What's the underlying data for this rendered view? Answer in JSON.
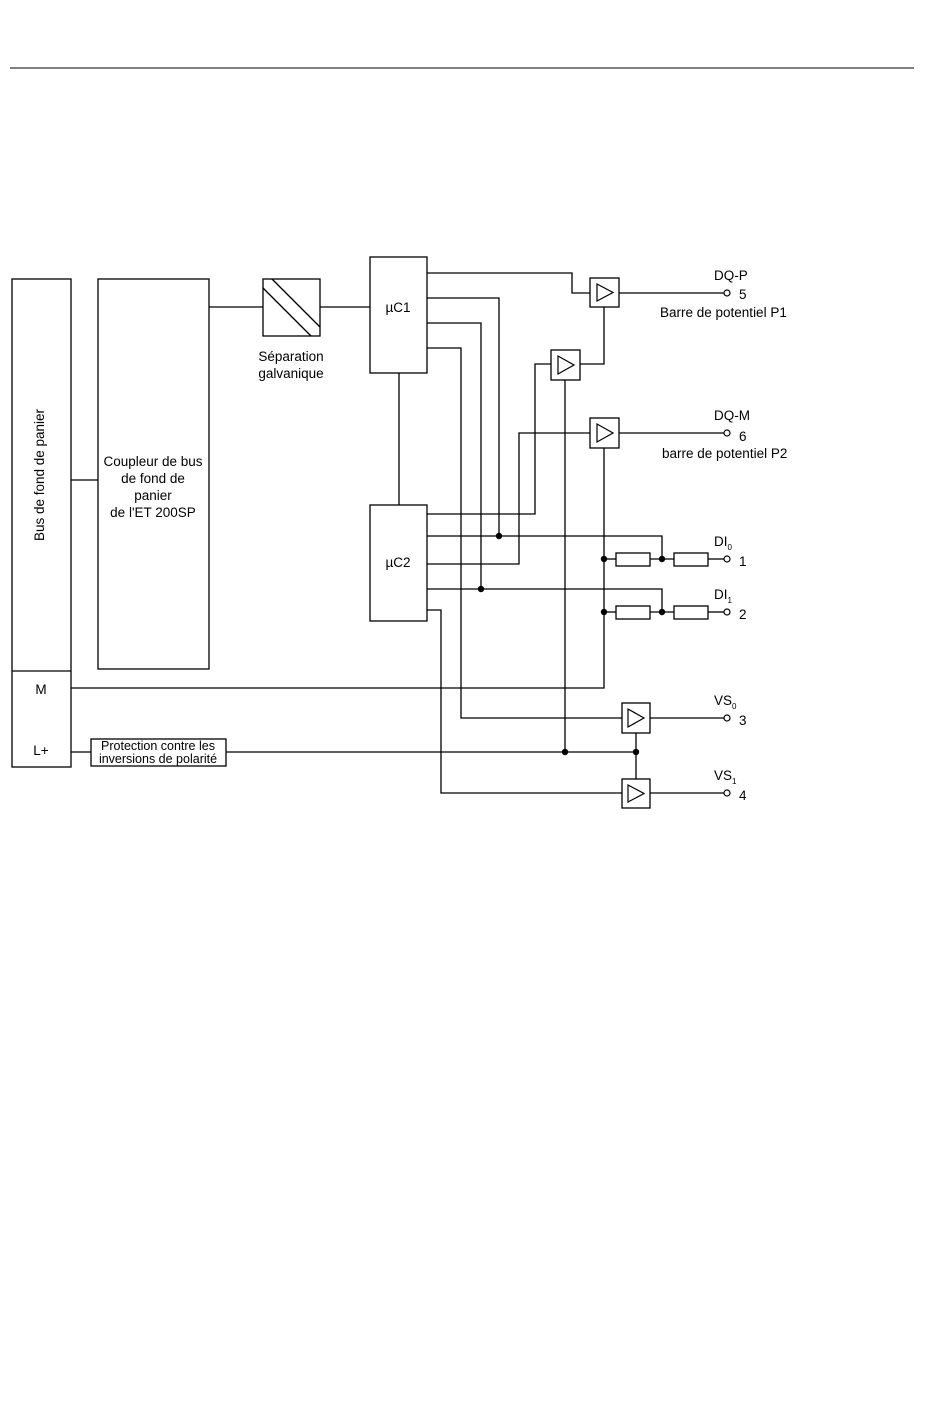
{
  "diagram": {
    "backplane_bus": "Bus de fond de panier",
    "coupler": [
      "Coupleur de bus",
      "de fond de",
      "panier",
      "de l'ET 200SP"
    ],
    "separation": [
      "Séparation",
      "galvanique"
    ],
    "uc1": "µC1",
    "uc2": "µC2",
    "m_label": "M",
    "lplus_label": "L+",
    "protection": [
      "Protection contre les",
      "inversions de polarité"
    ],
    "dqp": {
      "name": "DQ-P",
      "number": "5",
      "desc": "Barre de potentiel P1"
    },
    "dqm": {
      "name": "DQ-M",
      "number": "6",
      "desc": "barre de potentiel P2"
    },
    "di0": {
      "base": "DI",
      "sub": "0",
      "number": "1"
    },
    "di1": {
      "base": "DI",
      "sub": "1",
      "number": "2"
    },
    "vs0": {
      "base": "VS",
      "sub": "0",
      "number": "3"
    },
    "vs1": {
      "base": "VS",
      "sub": "1",
      "number": "4"
    }
  }
}
